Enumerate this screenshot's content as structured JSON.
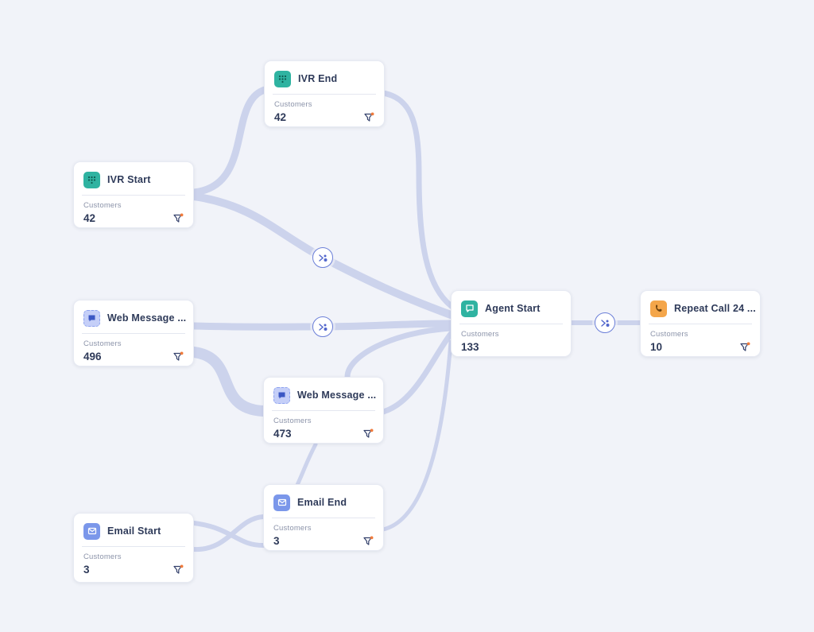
{
  "canvas": {
    "background_color": "#f1f3f9",
    "edge_color": "#ccd3ec",
    "card_background": "#ffffff"
  },
  "colors": {
    "title_text": "#2e3a59",
    "label_text": "#8b93a9",
    "ivr_icon_bg": "#2fb3a1",
    "agent_icon_bg": "#2fb3a1",
    "web_message_icon_bg": "#c5cff8",
    "email_icon_bg": "#7b97ea",
    "repeat_call_icon_bg": "#f4a64a",
    "filter_dot": "#f07b3c",
    "badge_border": "#6b7fd8"
  },
  "nodes": [
    {
      "id": "ivr-end",
      "title": "IVR End",
      "metric_label": "Customers",
      "value": "42",
      "icon": "ivr-icon",
      "has_filter": true
    },
    {
      "id": "ivr-start",
      "title": "IVR Start",
      "metric_label": "Customers",
      "value": "42",
      "icon": "ivr-icon",
      "has_filter": true
    },
    {
      "id": "web-message-496",
      "title": "Web Message ...",
      "metric_label": "Customers",
      "value": "496",
      "icon": "web-message-icon",
      "has_filter": true
    },
    {
      "id": "agent-start",
      "title": "Agent Start",
      "metric_label": "Customers",
      "value": "133",
      "icon": "agent-chat-icon",
      "has_filter": false
    },
    {
      "id": "repeat-call-24",
      "title": "Repeat Call 24 ...",
      "metric_label": "Customers",
      "value": "10",
      "icon": "repeat-call-icon",
      "has_filter": true
    },
    {
      "id": "web-message-473",
      "title": "Web Message ...",
      "metric_label": "Customers",
      "value": "473",
      "icon": "web-message-icon",
      "has_filter": true
    },
    {
      "id": "email-end",
      "title": "Email End",
      "metric_label": "Customers",
      "value": "3",
      "icon": "email-icon",
      "has_filter": true
    },
    {
      "id": "email-start",
      "title": "Email Start",
      "metric_label": "Customers",
      "value": "3",
      "icon": "email-icon",
      "has_filter": true
    }
  ],
  "edges": [
    {
      "from": "IVR Start",
      "to": "IVR End",
      "badge": false
    },
    {
      "from": "IVR Start",
      "to": "Agent Start",
      "badge": true
    },
    {
      "from": "IVR End",
      "to": "Agent Start",
      "badge": false
    },
    {
      "from": "Web Message 496",
      "to": "Agent Start",
      "badge": true
    },
    {
      "from": "Web Message 496",
      "to": "Web Message 473",
      "badge": false
    },
    {
      "from": "Web Message 473",
      "to": "Agent Start",
      "badge": false
    },
    {
      "from": "Email End",
      "to": "Agent Start",
      "badge": false
    },
    {
      "from": "Web Message 473",
      "to": "Email End",
      "badge": false
    },
    {
      "from": "Email Start",
      "to": "Email End",
      "badge": false
    },
    {
      "from": "Agent Start",
      "to": "Repeat Call 24",
      "badge": true
    }
  ]
}
